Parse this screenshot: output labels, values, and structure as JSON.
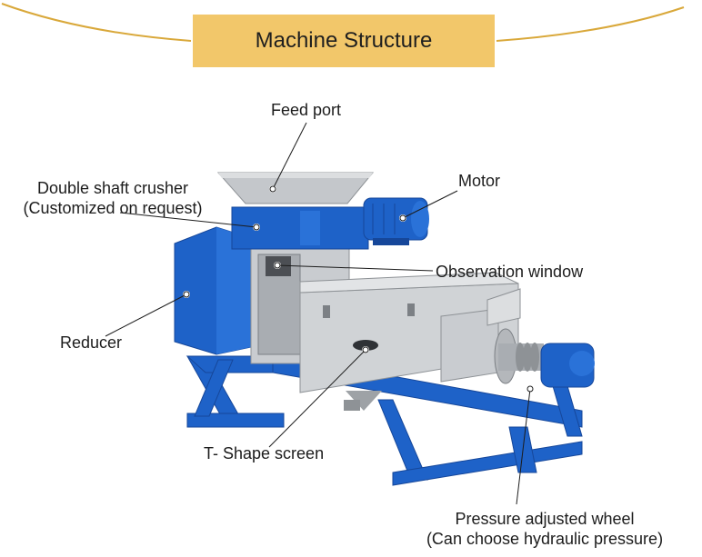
{
  "header": {
    "title": "Machine Structure"
  },
  "labels": {
    "feed_port": "Feed port",
    "crusher_line1": "Double shaft crusher",
    "crusher_line2": "(Customized on request)",
    "motor": "Motor",
    "observation_window": "Observation window",
    "reducer": "Reducer",
    "screen": "T- Shape screen",
    "wheel_line1": "Pressure adjusted wheel",
    "wheel_line2": "(Can choose hydraulic pressure)"
  },
  "colors": {
    "accent_gold": "#f2c76a",
    "deco_line": "#d9a83a",
    "machine_blue": "#1e62c8",
    "machine_blue_dark": "#16479a",
    "steel": "#b9bcc0",
    "steel_dark": "#8e9296"
  }
}
